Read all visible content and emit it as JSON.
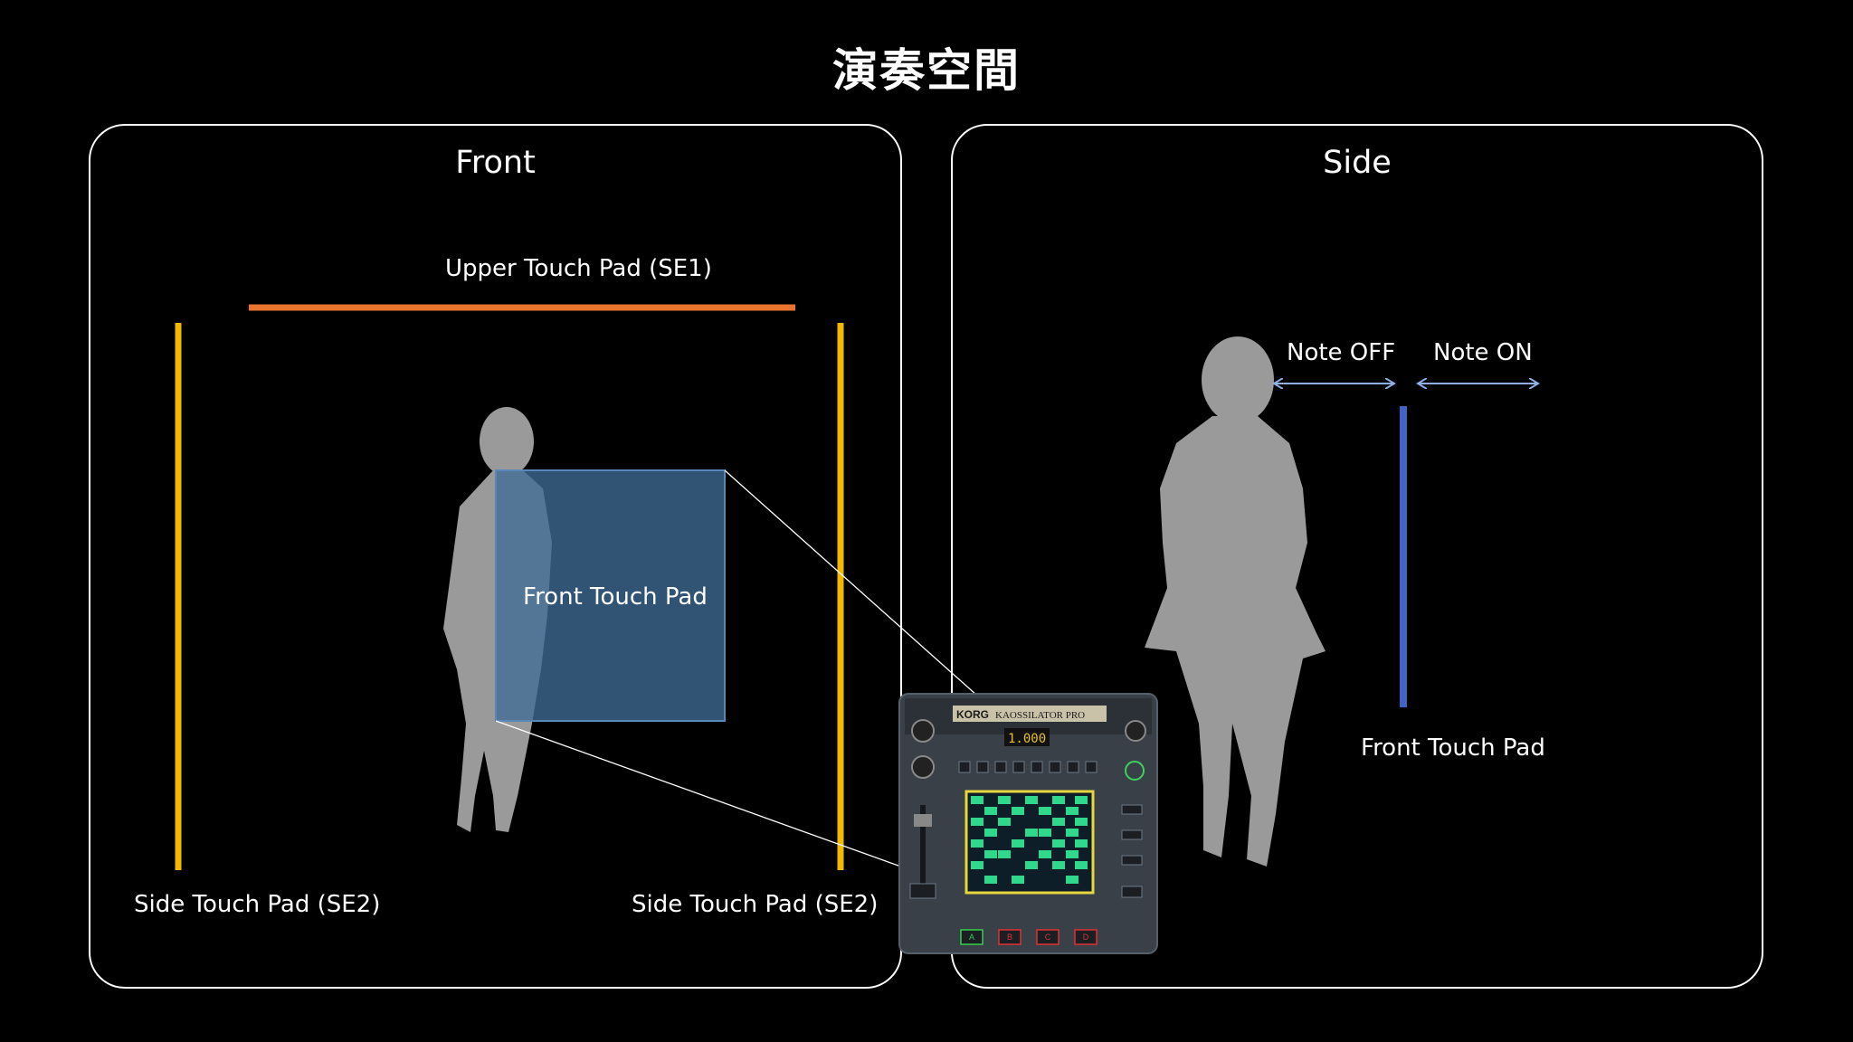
{
  "title": "演奏空間",
  "front": {
    "heading": "Front",
    "upper_pad_label": "Upper Touch Pad (SE1)",
    "front_pad_label": "Front Touch Pad",
    "side_pad_left_label": "Side Touch Pad (SE2)",
    "side_pad_right_label": "Side Touch Pad (SE2)"
  },
  "side": {
    "heading": "Side",
    "note_off_label": "Note OFF",
    "note_on_label": "Note ON",
    "front_pad_label": "Front Touch Pad"
  },
  "device": {
    "brand": "KORG",
    "model": "KAOSSILATOR PRO",
    "display": "1.000",
    "buttons": [
      "A",
      "B",
      "C",
      "D"
    ],
    "button_colors": [
      "#2fd14a",
      "#e03030",
      "#e03030",
      "#e03030"
    ]
  },
  "colors": {
    "upper_pad": "#e9742e",
    "side_pad": "#f5b800",
    "front_pad_fill": "#3f6b96",
    "front_pad_side_view": "#3f64c4",
    "arrow": "#8fb0e6",
    "silhouette": "#9a9a9a",
    "panel_border": "#ffffff"
  }
}
